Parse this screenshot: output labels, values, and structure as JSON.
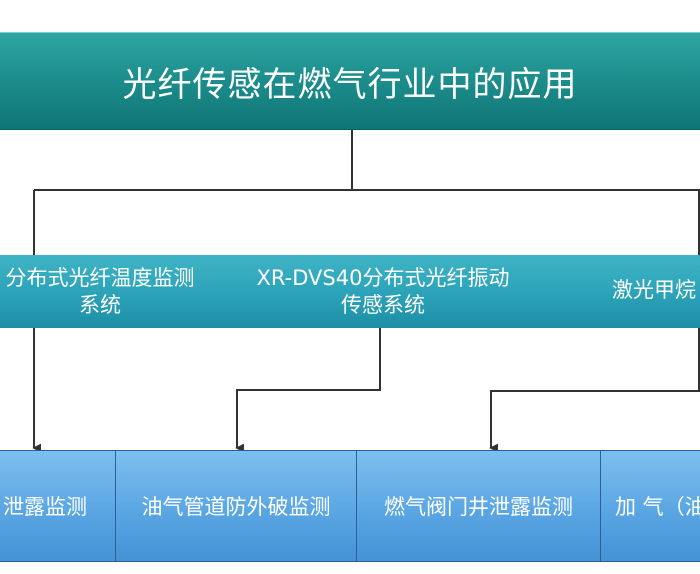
{
  "title": "光纤传感在燃气行业中的应用",
  "systems": [
    {
      "line1": "分布式光纤温度监测",
      "line2": "系统"
    },
    {
      "line1": "XR-DVS40分布式光纤振动",
      "line2": "传感系统"
    },
    {
      "line1": "激光甲烷",
      "line2": ""
    }
  ],
  "applications": [
    {
      "label": "泄露监测"
    },
    {
      "label": "油气管道防外破监测"
    },
    {
      "label": "燃气阀门井泄露监测"
    },
    {
      "label": "加 气（油"
    }
  ],
  "colors": {
    "title_fill": "#1d8f8e",
    "system_fill": "#2ba2b8",
    "application_fill": "#5aa6e3",
    "connector": "#333333"
  }
}
